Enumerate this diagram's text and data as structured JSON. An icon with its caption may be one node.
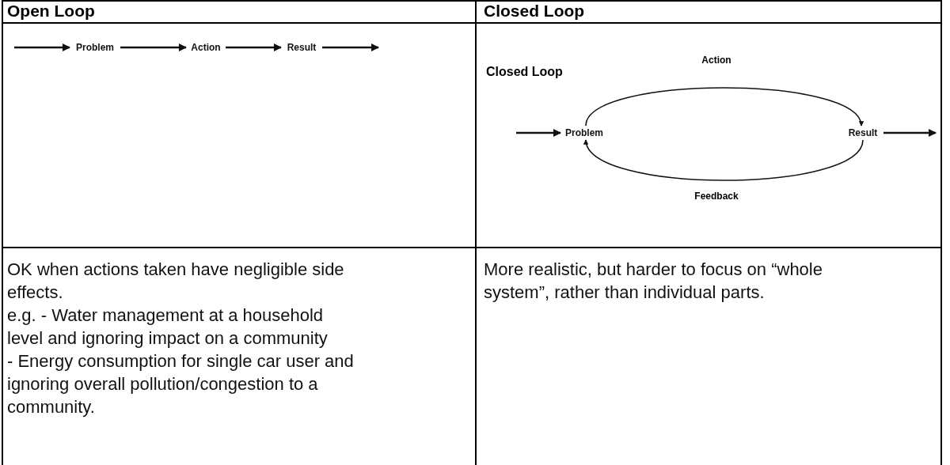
{
  "diagram": {
    "nodes": [
      {
        "text": [
          "Problem"
        ]
      },
      {
        "text": [
          "Action"
        ]
      },
      {
        "text": [
          "Result"
        ]
      },
      {
        "text": [
          "Problem"
        ]
      },
      {
        "text": [
          "Result"
        ]
      }
    ],
    "edges": [
      {
        "from": null,
        "to": 0,
        "arrow": "to"
      },
      {
        "from": 0,
        "to": 1,
        "arrow": "to"
      },
      {
        "from": 1,
        "to": 2,
        "arrow": "to"
      },
      {
        "from": 2,
        "to": null,
        "arrow": "to"
      },
      {
        "from": null,
        "to": 3,
        "arrow": "to"
      },
      {
        "from": 3,
        "to": 4,
        "arrow": "to",
        "label": "Action"
      },
      {
        "from": 4,
        "to": 3,
        "arrow": "to",
        "label": "Feedback"
      },
      {
        "from": 4,
        "to": null,
        "arrow": "to"
      }
    ],
    "labels": [
      "Open Loop",
      "Closed Loop",
      "Closed Loop",
      "OK when actions taken have negligible side effects.",
      "e.g. - Water management at a household level and ignoring impact on a community",
      "- Energy consumption for single car user and ignoring overall pollution/congestion to a community.",
      "More realistic, but harder to focus on “whole system”, rather than individual parts."
    ]
  }
}
